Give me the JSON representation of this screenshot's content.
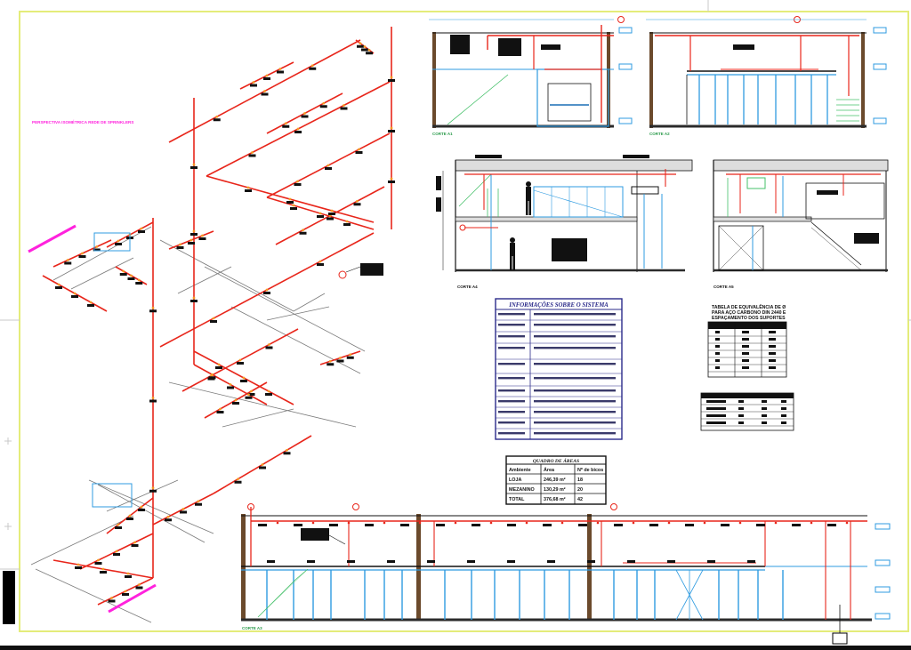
{
  "iso_title": "PERSPECTIVA ISOMÉTRICA REDE DE SPRINKLERS",
  "section_labels": {
    "corte_a1": "CORTE A1",
    "corte_a2": "CORTE A2",
    "corte_a3": "CORTE A3",
    "corte_a4": "CORTE A4",
    "corte_a5": "CORTE A5"
  },
  "info_table": {
    "title": "INFORMAÇÕES SOBRE O SISTEMA"
  },
  "support_table": {
    "title_line1": "TABELA DE EQUIVALÊNCIA DE Ø",
    "title_line2": "PARA AÇO CARBONO DIN 2440 E",
    "title_line3": "ESPAÇAMENTO DOS SUPORTES"
  },
  "quadro": {
    "title": "QUADRO DE ÁREAS",
    "headers": [
      "Ambiente",
      "Área",
      "Nº de bicos"
    ],
    "rows": [
      [
        "LOJA",
        "246,39 m²",
        "18"
      ],
      [
        "MEZANINO",
        "130,29 m²",
        "20"
      ],
      [
        "TOTAL",
        "376,68 m²",
        "42"
      ]
    ]
  },
  "colors": {
    "pipe": "#e8261b",
    "struct": "#2f9be0",
    "ink": "#111111",
    "sheet_border": "#e4ec7a",
    "magenta": "#ff22dd",
    "wall": "#6b4a2c",
    "table_border": "#2b2b8a"
  }
}
